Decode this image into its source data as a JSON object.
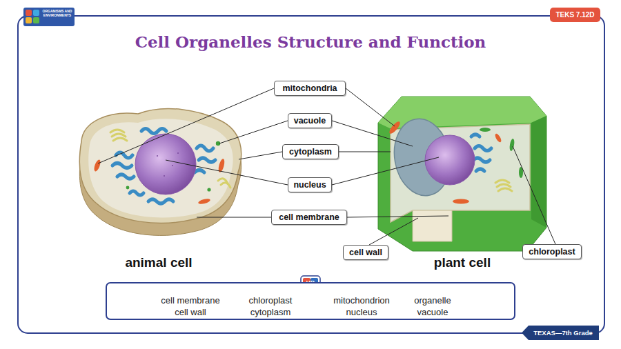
{
  "diagram": {
    "title": "Cell Organelles Structure and Function",
    "nodes": [
      {
        "text": [
          "TEKS 7.12D"
        ]
      },
      {
        "text": [
          "mitochondria"
        ]
      },
      {
        "text": [
          "vacuole"
        ]
      },
      {
        "text": [
          "cytoplasm"
        ]
      },
      {
        "text": [
          "nucleus"
        ]
      },
      {
        "text": [
          "cell membrane"
        ]
      },
      {
        "text": [
          "cell wall"
        ]
      },
      {
        "text": [
          "chloroplast"
        ]
      },
      {
        "text": [
          "cell membrane",
          "chloroplast",
          "mitochondrion",
          "organelle",
          "cell wall",
          "cytoplasm",
          "nucleus",
          "vacuole"
        ]
      },
      {
        "text": [
          "TEXAS—7th Grade"
        ]
      }
    ],
    "labels": [
      "ORGANISMS AND ENVIRONMENTS",
      "animal cell",
      "plant cell",
      "VB"
    ]
  }
}
